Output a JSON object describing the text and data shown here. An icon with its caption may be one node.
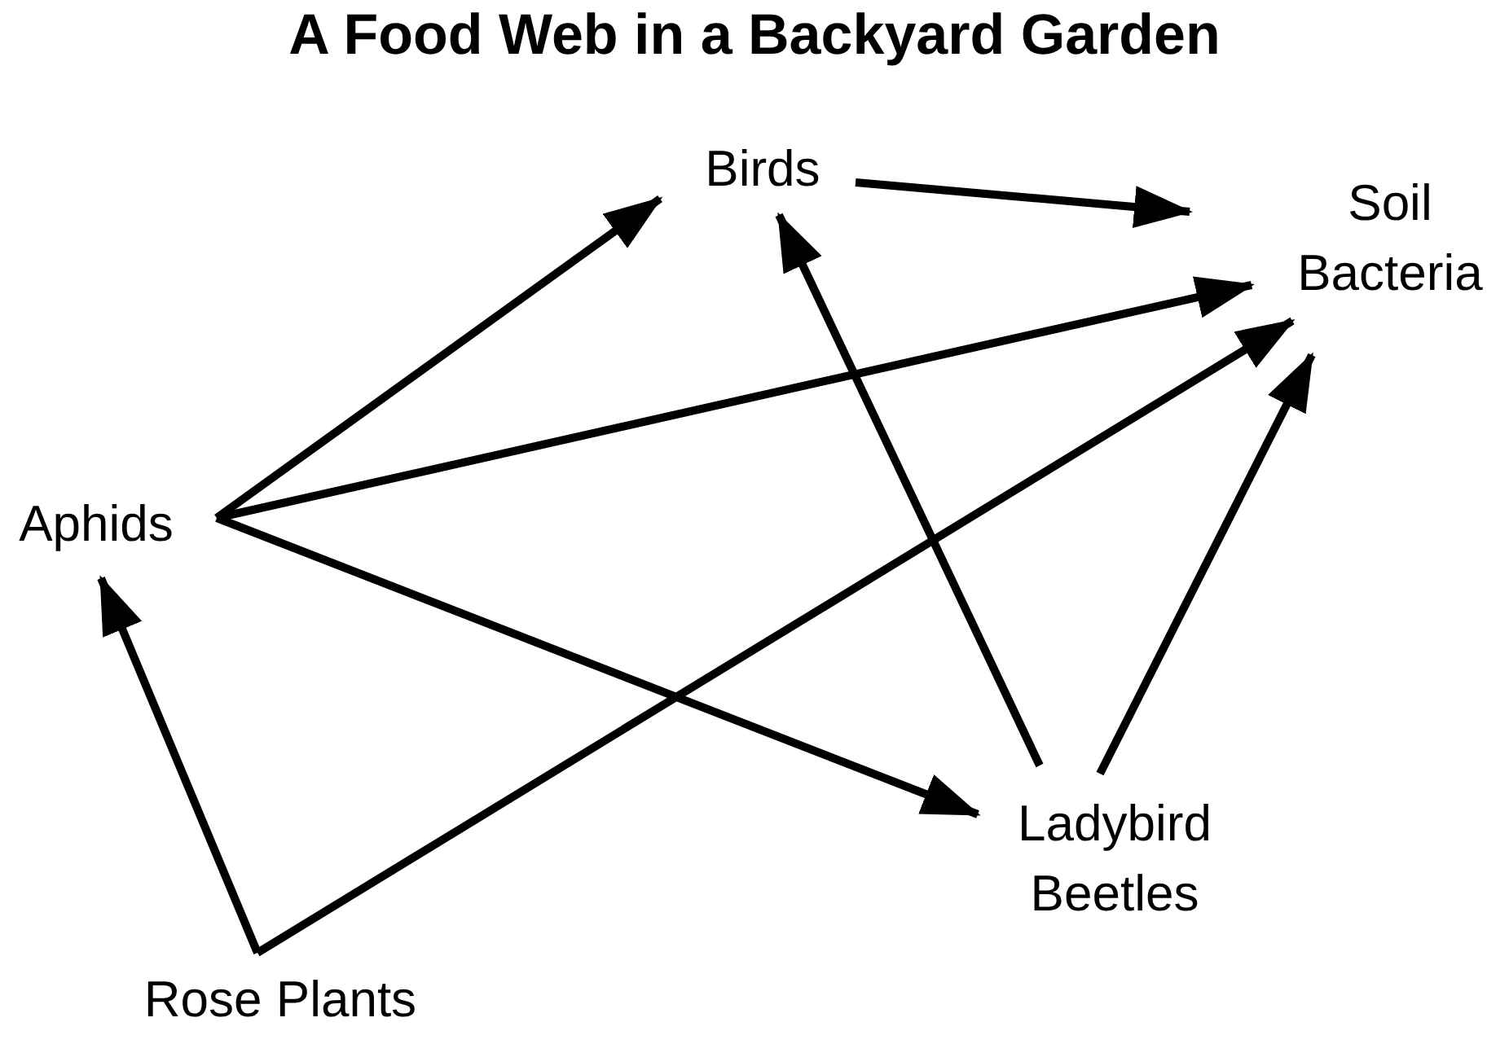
{
  "diagram": {
    "title": "A Food Web in a Backyard Garden",
    "nodes": [
      {
        "text": [
          "Birds"
        ]
      },
      {
        "text": [
          "Soil Bacteria"
        ]
      },
      {
        "text": [
          "Aphids"
        ]
      },
      {
        "text": [
          "Ladybird Beetles"
        ]
      },
      {
        "text": [
          "Rose Plants"
        ]
      }
    ],
    "edges": [
      {
        "from": 0,
        "to": 1,
        "arrow": "to"
      },
      {
        "from": 2,
        "to": 0,
        "arrow": "to"
      },
      {
        "from": 2,
        "to": 1,
        "arrow": "to"
      },
      {
        "from": 2,
        "to": 3,
        "arrow": "to"
      },
      {
        "from": 4,
        "to": 2,
        "arrow": "to"
      },
      {
        "from": 4,
        "to": 1,
        "arrow": "to"
      },
      {
        "from": 3,
        "to": 0,
        "arrow": "to"
      },
      {
        "from": 3,
        "to": 1,
        "arrow": "to"
      }
    ]
  }
}
